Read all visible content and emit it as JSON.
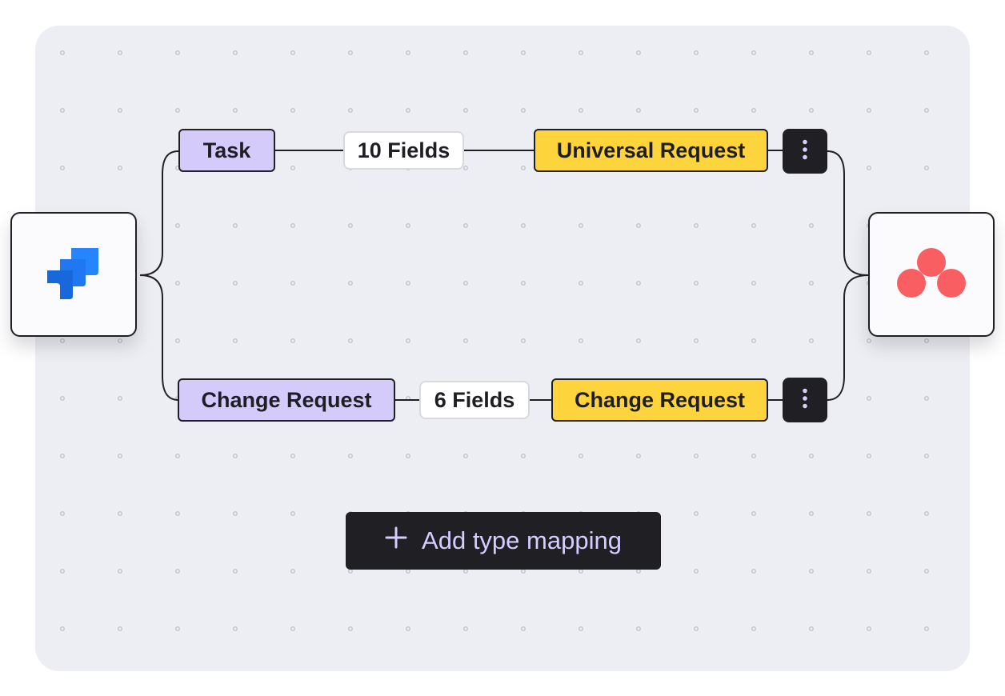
{
  "source_app": {
    "name_icon": "jira-icon",
    "color": "#2684ff"
  },
  "target_app": {
    "name_icon": "asana-icon",
    "color": "#f95f62"
  },
  "mappings": [
    {
      "source_type": "Task",
      "fields": "10 Fields",
      "target_type": "Universal Request",
      "menu_icon": "kebab-menu-icon"
    },
    {
      "source_type": "Change Request",
      "fields": "6 Fields",
      "target_type": "Change Request",
      "menu_icon": "kebab-menu-icon"
    }
  ],
  "add_button": {
    "icon": "plus-icon",
    "label": "Add type mapping"
  },
  "colors": {
    "canvas": "#edeef3",
    "source_pill": "#d5cbfb",
    "target_pill": "#fed43c",
    "dark": "#1f1f24",
    "button_text": "#d6ccff"
  }
}
